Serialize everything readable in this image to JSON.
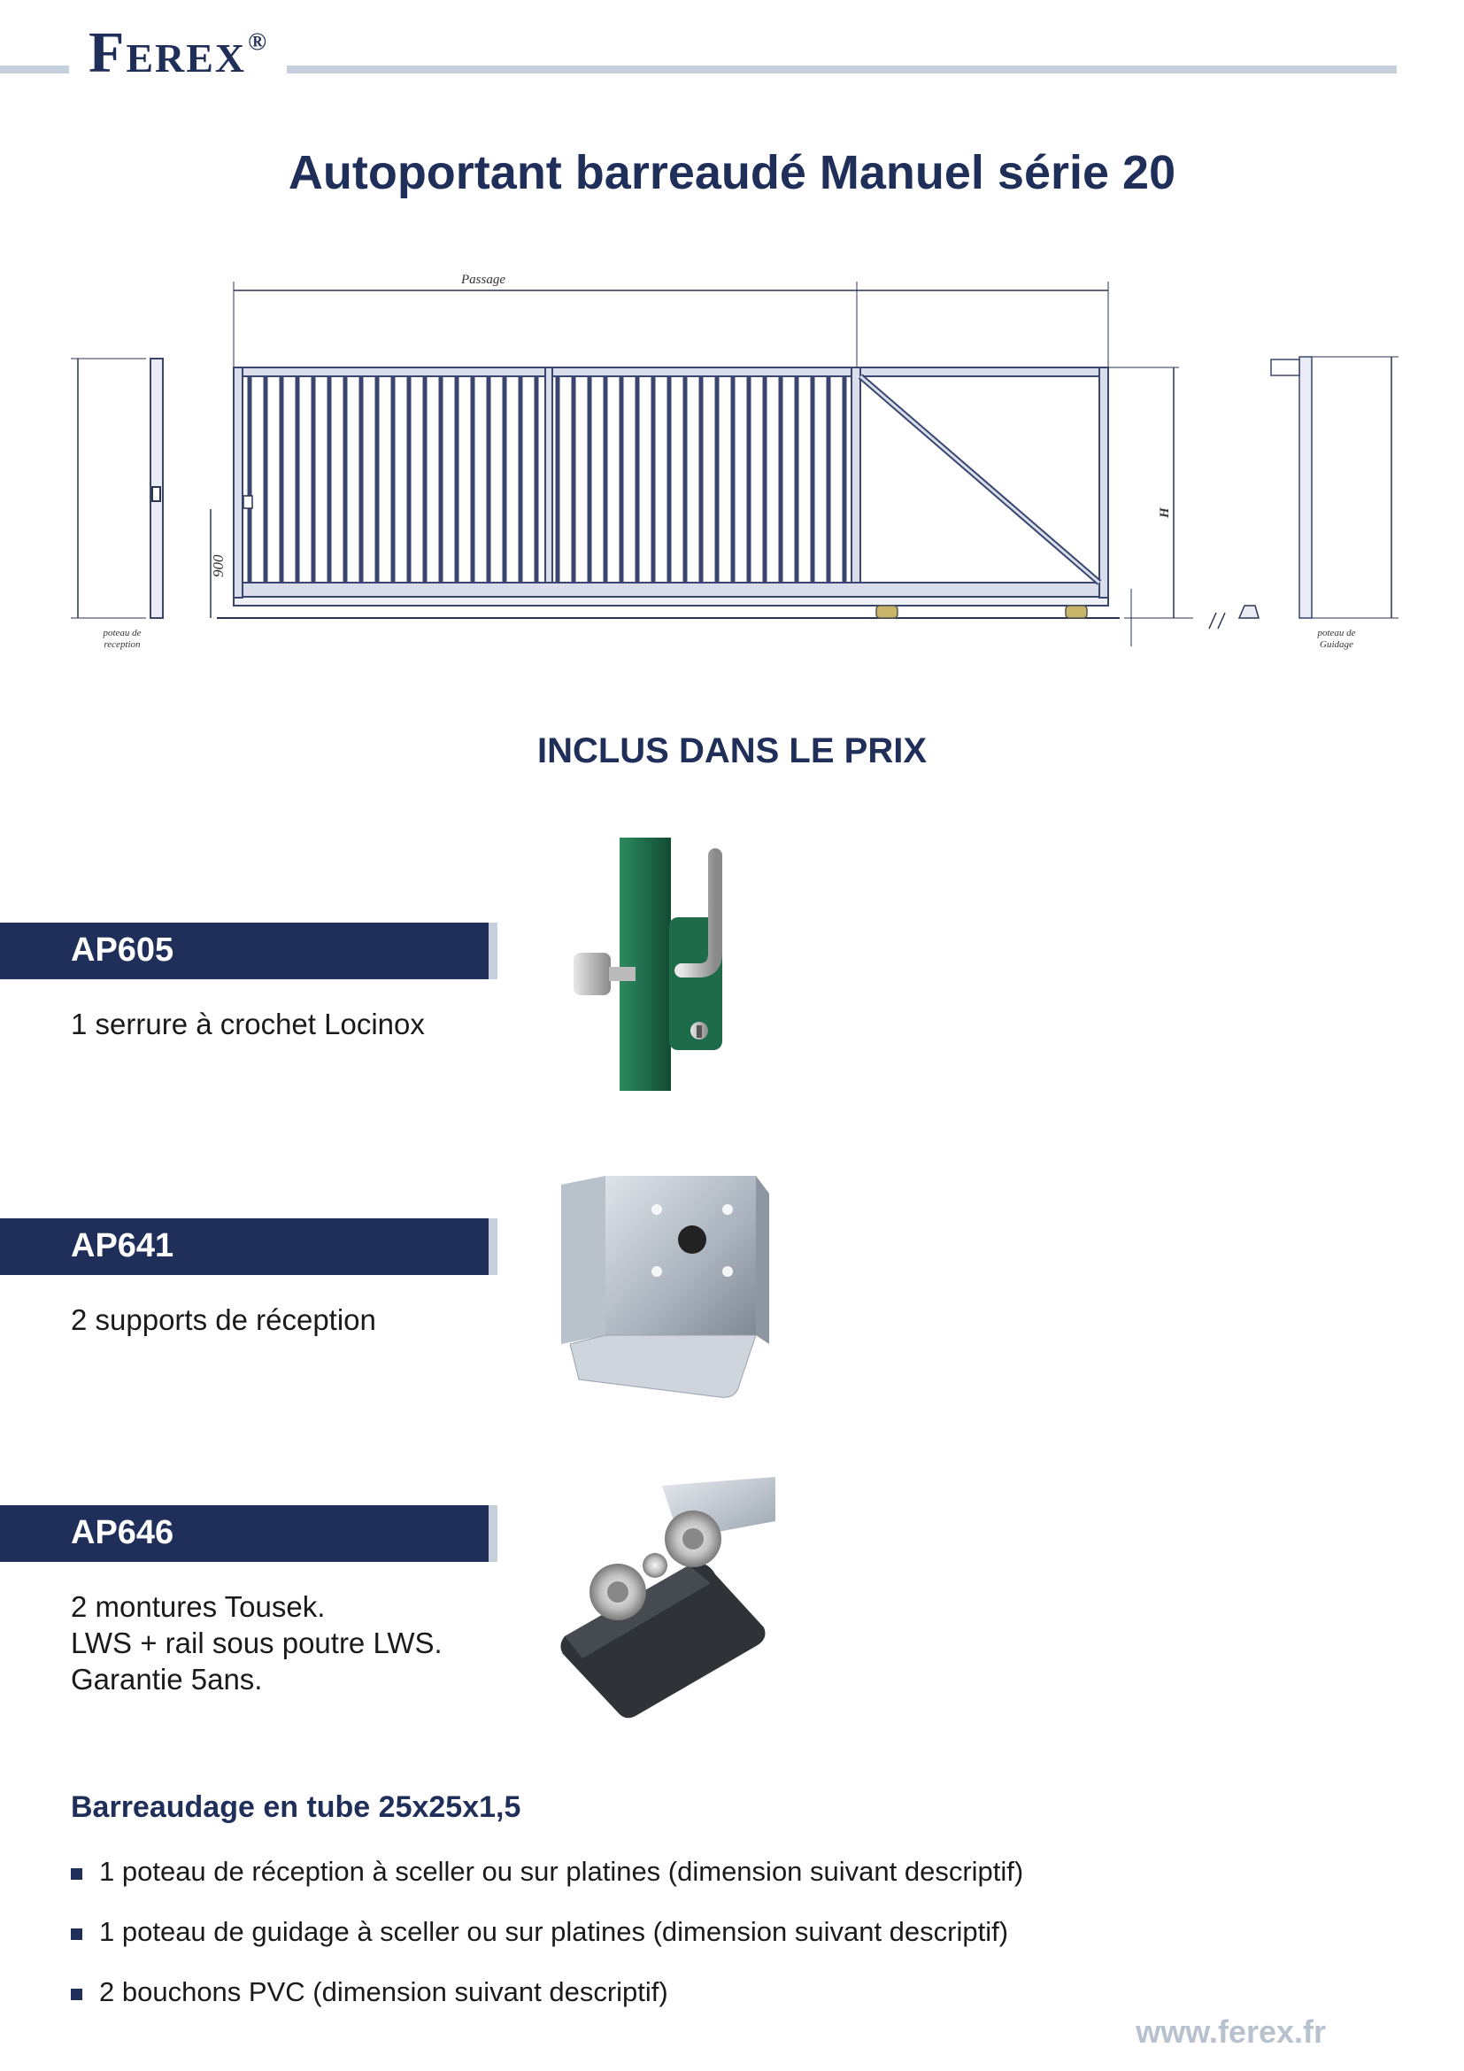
{
  "brand": {
    "logo_initial": "F",
    "logo_rest": "EREX",
    "logo_mark": "®"
  },
  "title": "Autoportant barreaudé Manuel série 20",
  "diagram": {
    "passage_label": "Passage",
    "height_900": "900",
    "height_h": "H",
    "left_post_label_1": "poteau de",
    "left_post_label_2": "reception",
    "right_post_label_1": "poteau de",
    "right_post_label_2": "Guidage"
  },
  "section_title": "INCLUS DANS LE PRIX",
  "products": [
    {
      "code": "AP605",
      "lines": [
        "1 serrure à crochet Locinox"
      ]
    },
    {
      "code": "AP641",
      "lines": [
        "2 supports de réception"
      ]
    },
    {
      "code": "AP646",
      "lines": [
        "2 montures Tousek.",
        "LWS + rail sous poutre LWS.",
        "Garantie 5ans."
      ]
    }
  ],
  "subheading": "Barreaudage en tube 25x25x1,5",
  "bullets": [
    "1 poteau de réception à sceller ou sur platines (dimension suivant descriptif)",
    "1 poteau de guidage à sceller ou sur platines (dimension suivant descriptif)",
    "2 bouchons PVC (dimension suivant descriptif)"
  ],
  "footer_url": "www.ferex.fr",
  "colors": {
    "navy": "#1f2f5a",
    "light_blue_grey": "#c5d0dc",
    "lock_green": "#1e6b4a"
  }
}
